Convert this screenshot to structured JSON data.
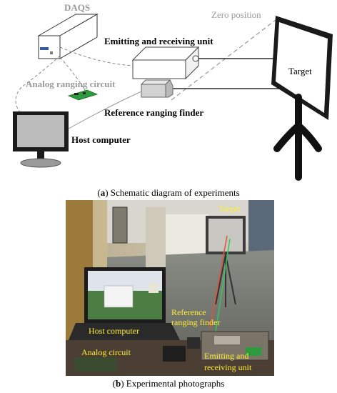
{
  "schematic": {
    "labels": {
      "daqs": "DAQS",
      "zero_position": "Zero position",
      "emitting_receiving_unit": "Emitting and receiving unit",
      "analog_ranging_circuit": "Analog ranging circuit",
      "target": "Target",
      "reference_ranging_finder": "Reference ranging finder",
      "host_computer": "Host computer"
    },
    "caption_letter": "a",
    "caption_text": " Schematic diagram of experiments"
  },
  "photo": {
    "labels": {
      "target": "Target",
      "reference_line1": "Reference",
      "reference_line2": "ranging finder",
      "host_computer": "Host computer",
      "analog_circuit": "Analog  circuit",
      "emitting_line1": "Emitting and",
      "emitting_line2": "receiving unit"
    },
    "caption_letter": "b",
    "caption_text": " Experimental photographs"
  },
  "colors": {
    "label_gray": "#9a9a9a",
    "photo_label_yellow": "#ffee33",
    "circuit_green": "#2e9a3e",
    "laser_red": "#e0533a",
    "laser_green": "#2ec85a"
  }
}
